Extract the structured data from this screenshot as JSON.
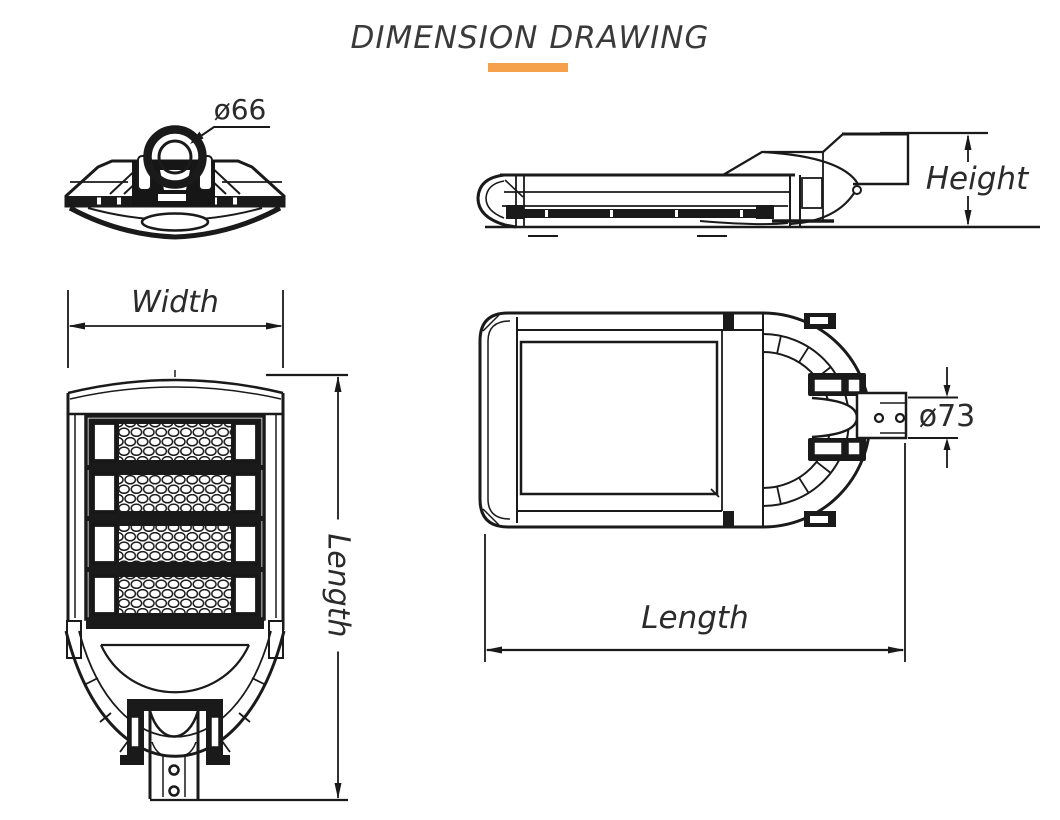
{
  "title": {
    "text": "DIMENSION DRAWING"
  },
  "colors": {
    "accent": "#F5A04A",
    "line": "#1A1A1A",
    "text": "#2B2B2B",
    "background": "#FFFFFF"
  },
  "views": {
    "end_view": {
      "label": "ø66"
    },
    "side_view": {
      "label": "Height"
    },
    "front_view": {
      "width_label": "Width",
      "length_label": "Length"
    },
    "plan_view": {
      "diameter_label": "ø73",
      "length_label": "Length"
    }
  }
}
